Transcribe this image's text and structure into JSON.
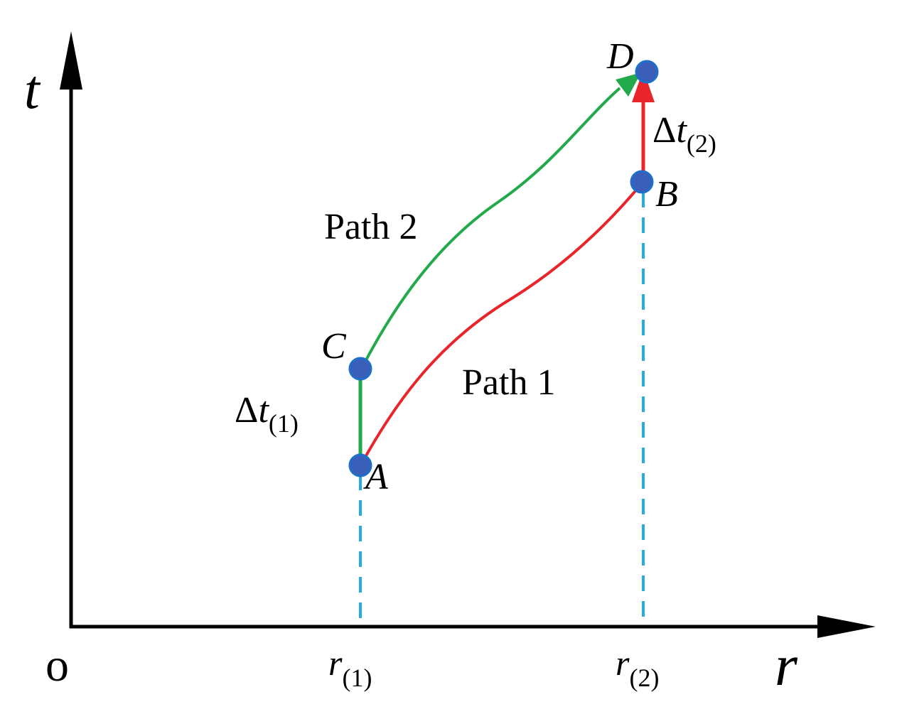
{
  "axes": {
    "x_label": "r",
    "y_label": "t",
    "origin_label": "o",
    "x_ticks": [
      {
        "symbol": "r",
        "subscript": "(1)"
      },
      {
        "symbol": "r",
        "subscript": "(2)"
      }
    ]
  },
  "points": {
    "A": "A",
    "B": "B",
    "C": "C",
    "D": "D"
  },
  "paths": {
    "path1_label": "Path 1",
    "path2_label": "Path 2"
  },
  "intervals": {
    "dt1": {
      "delta": "Δ",
      "symbol": "t",
      "subscript": "(1)"
    },
    "dt2": {
      "delta": "Δ",
      "symbol": "t",
      "subscript": "(2)"
    }
  },
  "colors": {
    "axis": "#000000",
    "path1": "#e8252a",
    "path2": "#22a94a",
    "guide": "#29aae1",
    "point_fill": "#3b5fb8",
    "point_stroke": "#1e6fc8"
  }
}
